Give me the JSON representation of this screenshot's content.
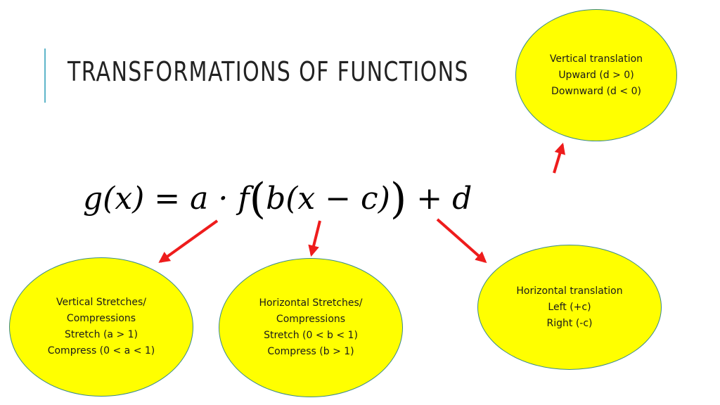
{
  "slide": {
    "title": "TRANSFORMATIONS OF FUNCTIONS",
    "accent_color": "#5fb6c9",
    "oval_fill": "#ffff00",
    "arrow_color": "#ee1c1c"
  },
  "formula": {
    "lhs": "g(x) = a · f",
    "open_paren": "(",
    "inner": "b(x − c)",
    "close_paren": ")",
    "rhs": " + d"
  },
  "ovals": {
    "vertical_translation": [
      "Vertical translation",
      "Upward (d > 0)",
      "Downward (d < 0)"
    ],
    "vertical_stretch": [
      "Vertical Stretches/",
      "Compressions",
      "Stretch (a > 1)",
      "Compress (0 < a < 1)"
    ],
    "horizontal_stretch": [
      "Horizontal Stretches/",
      "Compressions",
      "Stretch (0 < b < 1)",
      "Compress (b > 1)"
    ],
    "horizontal_translation": [
      "Horizontal translation",
      "Left (+c)",
      "Right (-c)"
    ]
  }
}
